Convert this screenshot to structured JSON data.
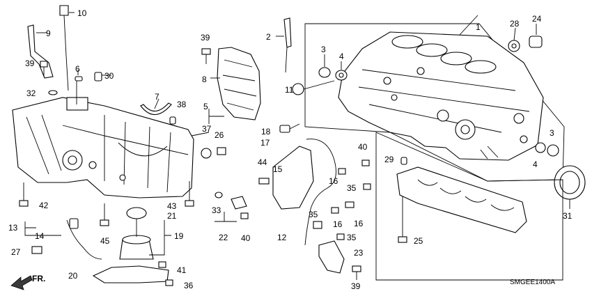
{
  "callouts": {
    "c1": "1",
    "c2": "2",
    "c3a": "3",
    "c3b": "3",
    "c4a": "4",
    "c4b": "4",
    "c5": "5",
    "c6": "6",
    "c7": "7",
    "c8": "8",
    "c9": "9",
    "c10": "10",
    "c11": "11",
    "c12": "12",
    "c13": "13",
    "c14": "14",
    "c15": "15",
    "c16a": "16",
    "c16b": "16",
    "c16c": "16",
    "c17": "17",
    "c18": "18",
    "c19": "19",
    "c20": "20",
    "c21": "21",
    "c22": "22",
    "c23": "23",
    "c24": "24",
    "c25": "25",
    "c26": "26",
    "c27": "27",
    "c28": "28",
    "c29": "29",
    "c30": "30",
    "c31": "31",
    "c32": "32",
    "c33": "33",
    "c35a": "35",
    "c35b": "35",
    "c35c": "35",
    "c36": "36",
    "c37": "37",
    "c38": "38",
    "c39a": "39",
    "c39b": "39",
    "c39c": "39",
    "c40a": "40",
    "c40b": "40",
    "c41": "41",
    "c42": "42",
    "c43": "43",
    "c44": "44",
    "c45": "45"
  },
  "direction_label": "FR.",
  "diagram_code": "SMGEE1400A",
  "colors": {
    "line": "#000000",
    "background": "#ffffff",
    "shade": "#3a3a3a"
  }
}
